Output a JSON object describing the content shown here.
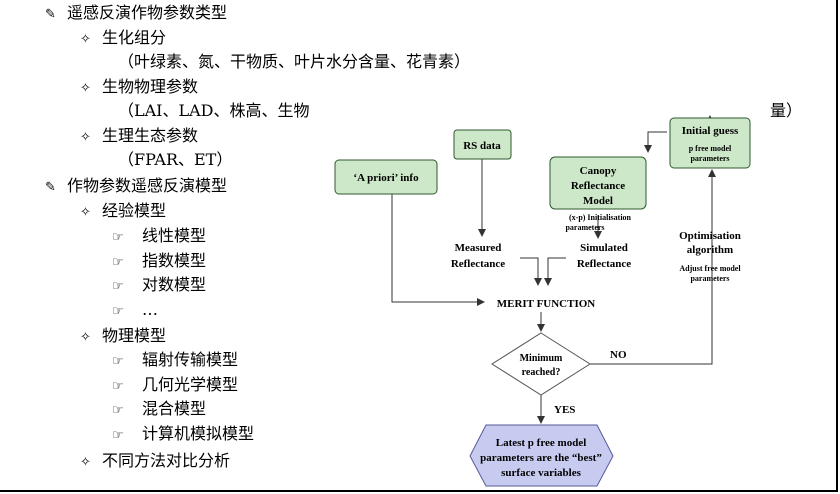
{
  "outline": [
    {
      "marker": "✎",
      "text": "遥感反演作物参数类型"
    },
    {
      "marker": "✧",
      "text": "生化组分"
    },
    {
      "marker": "",
      "text": "（叶绿素、氮、干物质、叶片水分含量、花青素）"
    },
    {
      "marker": "✧",
      "text": "生物物理参数"
    },
    {
      "marker": "",
      "text": "（LAI、LAD、株高、生物"
    },
    {
      "marker": "",
      "text": "量）"
    },
    {
      "marker": "✧",
      "text": "生理生态参数"
    },
    {
      "marker": "",
      "text": "（FPAR、ET）"
    },
    {
      "marker": "✎",
      "text": "作物参数遥感反演模型"
    },
    {
      "marker": "✧",
      "text": "经验模型"
    },
    {
      "marker": "☞",
      "text": "线性模型"
    },
    {
      "marker": "☞",
      "text": "指数模型"
    },
    {
      "marker": "☞",
      "text": "对数模型"
    },
    {
      "marker": "☞",
      "text": "…"
    },
    {
      "marker": "✧",
      "text": "物理模型"
    },
    {
      "marker": "☞",
      "text": "辐射传输模型"
    },
    {
      "marker": "☞",
      "text": "几何光学模型"
    },
    {
      "marker": "☞",
      "text": "混合模型"
    },
    {
      "marker": "☞",
      "text": "计算机模拟模型"
    },
    {
      "marker": "✧",
      "text": "不同方法对比分析"
    }
  ],
  "diagram": {
    "apriori": "‘A priori’ info",
    "rsdata": "RS data",
    "canopy": [
      "Canopy",
      "Reflectance",
      "Model"
    ],
    "initial_guess": "Initial guess",
    "initial_sub": [
      "p free model",
      "parameters"
    ],
    "init_params": [
      "(x-p) Initialisation",
      "parameters"
    ],
    "measured": [
      "Measured",
      "Reflectance"
    ],
    "simulated": [
      "Simulated",
      "Reflectance"
    ],
    "optimisation": [
      "Optimisation",
      "algorithm"
    ],
    "adjust": [
      "Adjust free model",
      "parameters"
    ],
    "merit": "MERIT FUNCTION",
    "minimum": [
      "Minimum",
      "reached?"
    ],
    "no": "NO",
    "yes": "YES",
    "latest": [
      "Latest p free model",
      "parameters are the “best”",
      "surface variables"
    ],
    "colors": {
      "box_fill": "#cde8c8",
      "box_stroke": "#2e5a2e",
      "hex_fill": "#c8cbf0",
      "hex_stroke": "#555a9a"
    }
  }
}
